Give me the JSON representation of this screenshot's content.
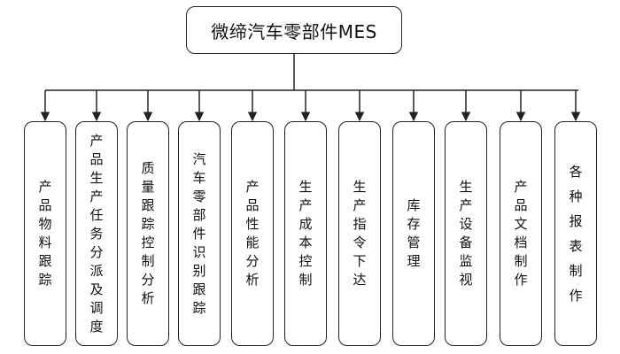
{
  "diagram": {
    "root": {
      "label": "微缔汽车零部件MES"
    },
    "children": [
      {
        "label": "产品物料跟踪"
      },
      {
        "label": "产品生产任务分派及调度"
      },
      {
        "label": "质量跟踪控制分析"
      },
      {
        "label": "汽车零部件识别跟踪"
      },
      {
        "label": "产品性能分析"
      },
      {
        "label": "生产成本控制"
      },
      {
        "label": "生产指令下达"
      },
      {
        "label": "库存管理"
      },
      {
        "label": "生产设备监视"
      },
      {
        "label": "产品文档制作"
      },
      {
        "label": "各种报表制作"
      }
    ],
    "colors": {
      "line": "#222222",
      "box_border": "#222222",
      "text": "#111111",
      "background": "#ffffff"
    }
  }
}
